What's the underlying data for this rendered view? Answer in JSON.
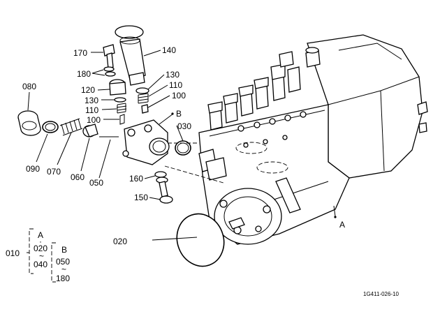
{
  "part_labels": {
    "p010": "010",
    "p020": "020",
    "p030": "030",
    "p050": "050",
    "p060": "060",
    "p070": "070",
    "p080": "080",
    "p090": "090",
    "p100a": "100",
    "p100b": "100",
    "p110a": "110",
    "p110b": "110",
    "p120": "120",
    "p130a": "130",
    "p130b": "130",
    "p140": "140",
    "p150": "150",
    "p160": "160",
    "p170": "170",
    "p180": "180"
  },
  "assembly_refs": {
    "a": "A",
    "b": "B"
  },
  "bracket_legend": {
    "group_a": "A",
    "group_a_start": "020",
    "group_a_end": "040",
    "group_b": "B",
    "group_b_start": "050",
    "group_b_end": "180",
    "tilde": "~",
    "dot": "·"
  },
  "figure_code": "1G411-026-10"
}
